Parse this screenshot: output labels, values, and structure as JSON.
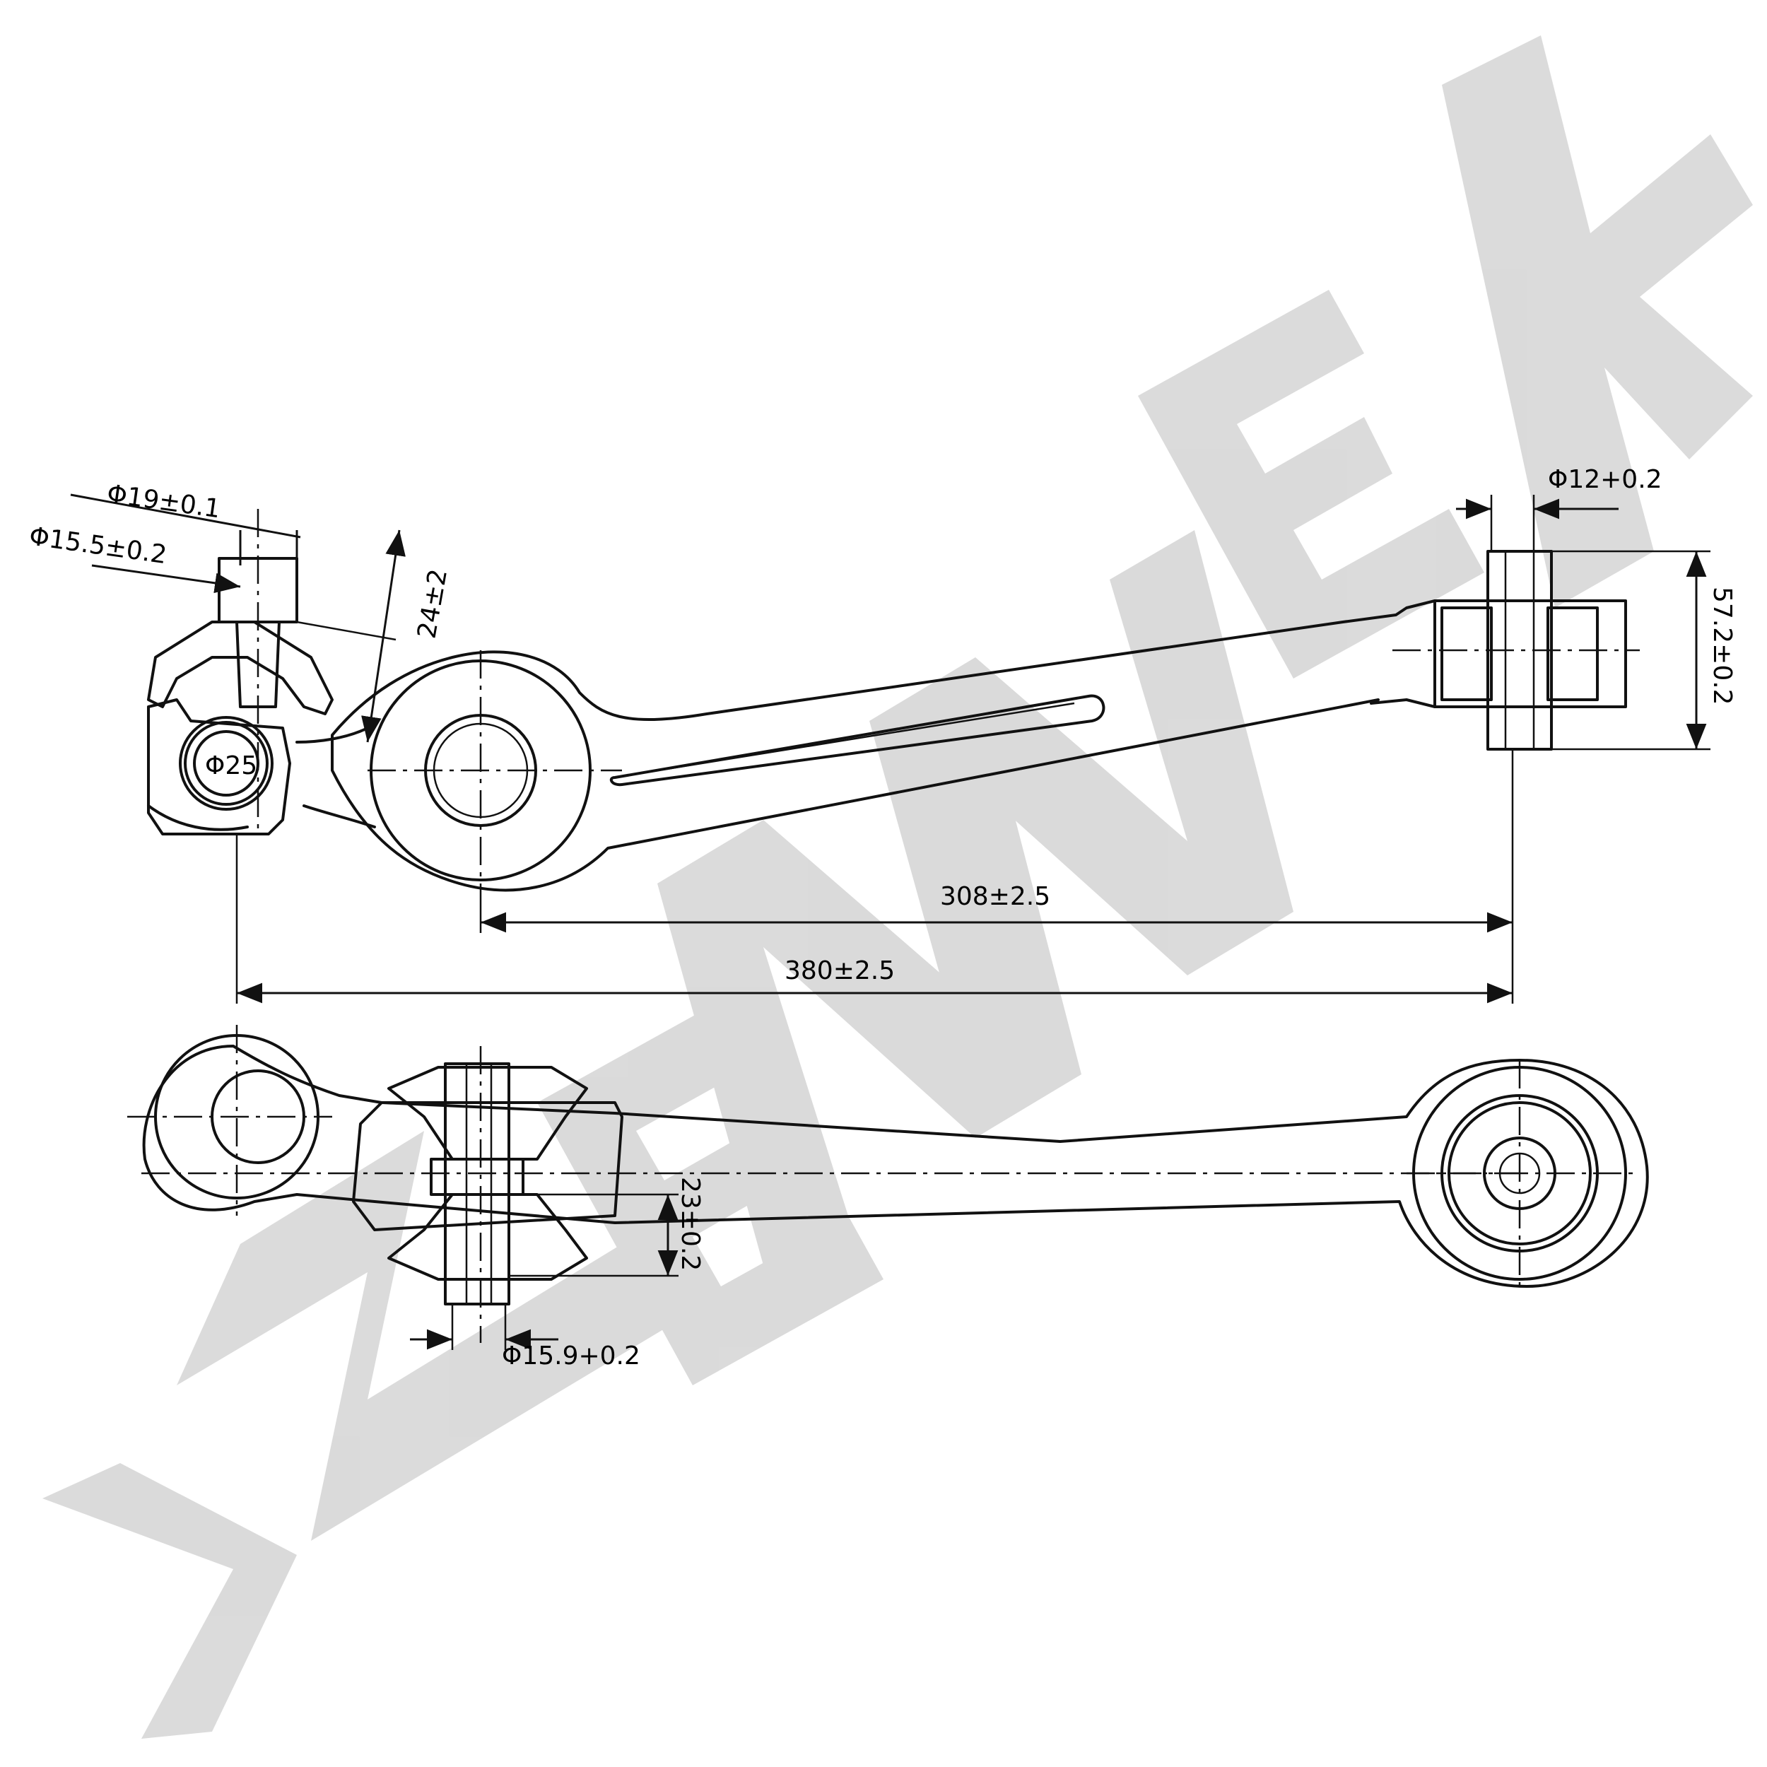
{
  "watermark": {
    "text": "ZENNEK",
    "color": "#d9d9d9"
  },
  "dimensions": {
    "phi19": "Φ19±0.1",
    "phi15_5": "Φ15.5±0.2",
    "d24": "24±2",
    "phi25": "Φ25",
    "phi12": "Φ12+0.2",
    "d57_2": "57.2±0.2",
    "d308": "308±2.5",
    "d380": "380±2.5",
    "d23": "23±0.2",
    "phi15_9": "Φ15.9+0.2"
  }
}
